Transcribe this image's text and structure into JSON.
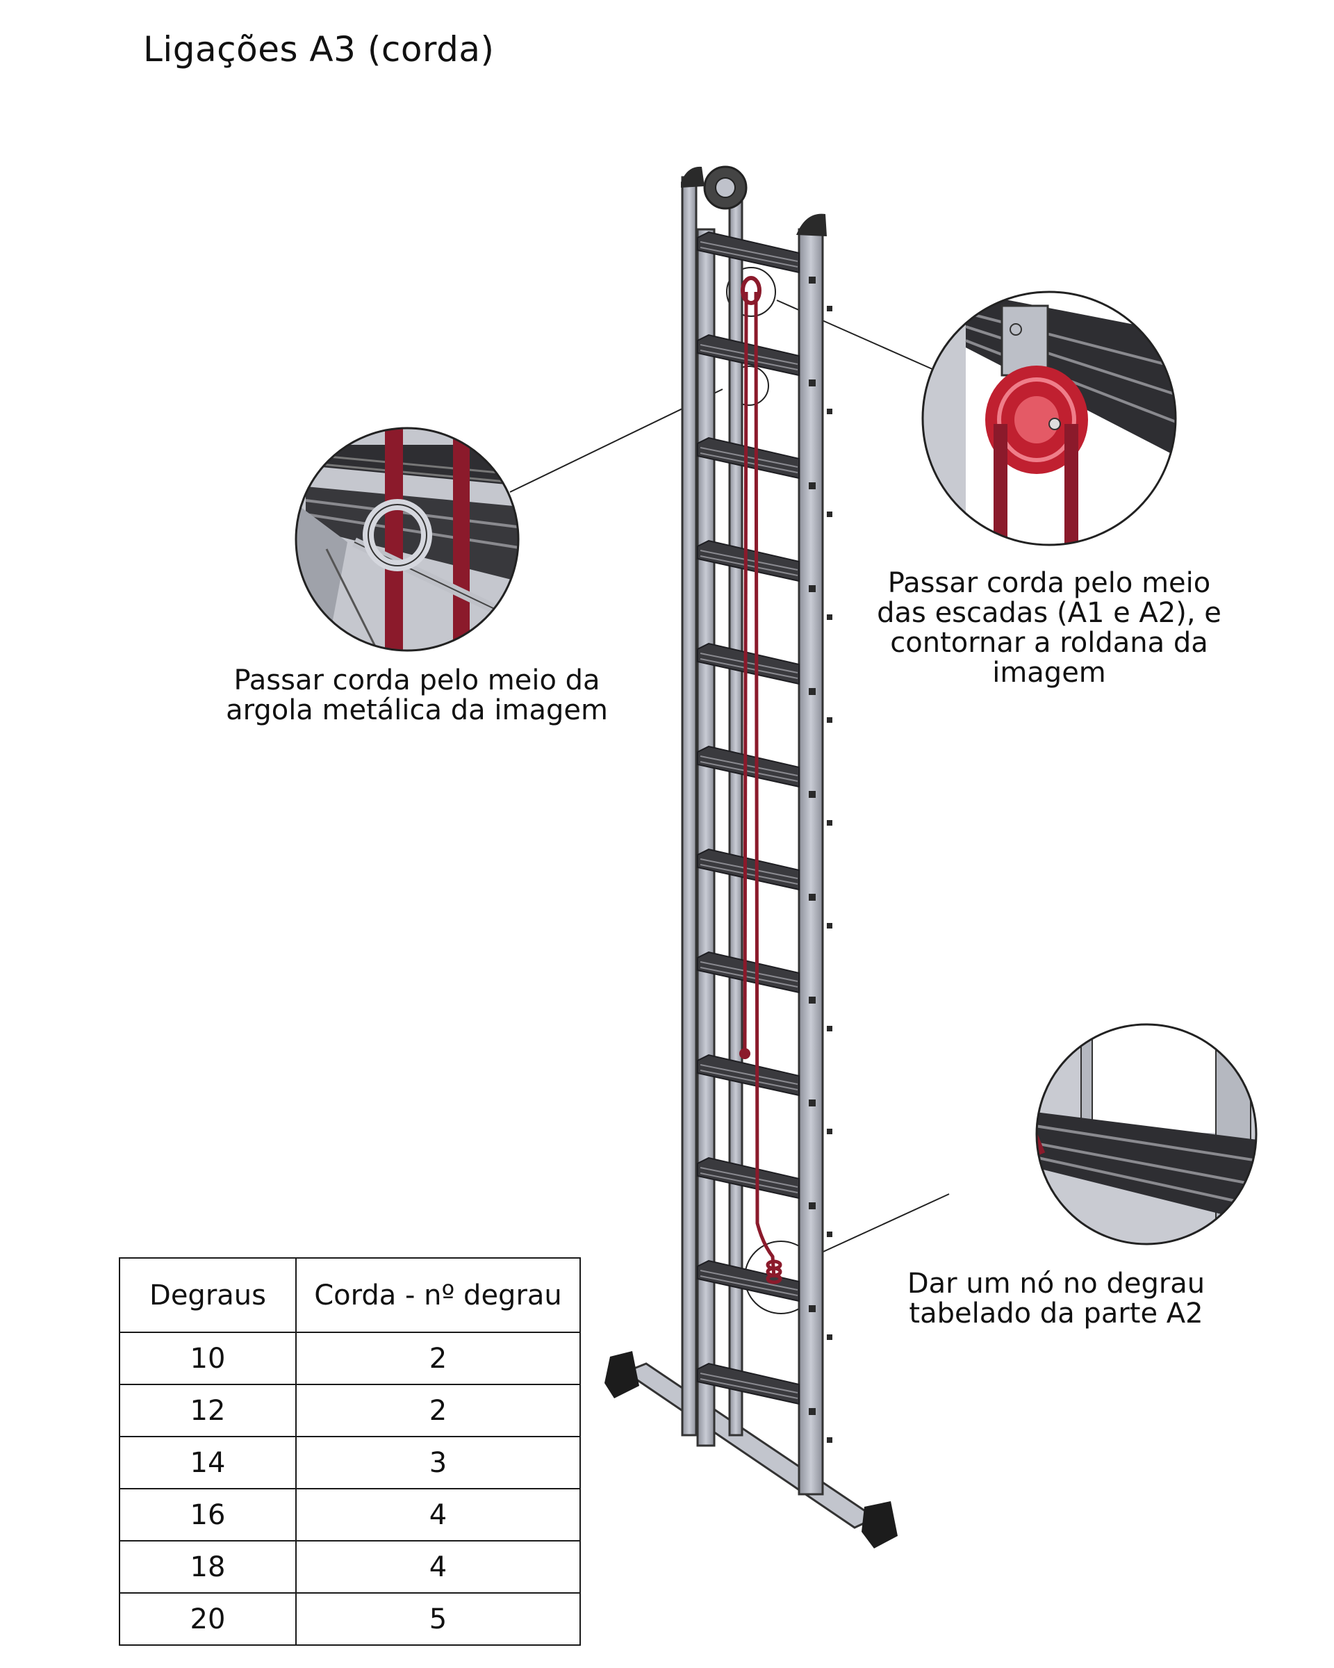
{
  "title": "Ligações A3 (corda)",
  "callouts": {
    "ring": {
      "lines": [
        "Passar corda pelo meio da",
        "argola metálica da imagem"
      ]
    },
    "pulley": {
      "lines": [
        "Passar corda pelo meio",
        "das escadas (A1 e A2), e",
        "contornar a roldana da",
        "imagem"
      ]
    },
    "knot": {
      "lines": [
        "Dar um nó no degrau",
        "tabelado da parte A2"
      ]
    }
  },
  "table": {
    "headers": [
      "Degraus",
      "Corda - nº degrau"
    ],
    "rows": [
      [
        "10",
        "2"
      ],
      [
        "12",
        "2"
      ],
      [
        "14",
        "3"
      ],
      [
        "16",
        "4"
      ],
      [
        "18",
        "4"
      ],
      [
        "20",
        "5"
      ]
    ]
  },
  "colors": {
    "rope": "#8b1a2b",
    "rail": "#b9bcc6",
    "rung": "#3a3a3e",
    "foot": "#1c1c1c"
  }
}
